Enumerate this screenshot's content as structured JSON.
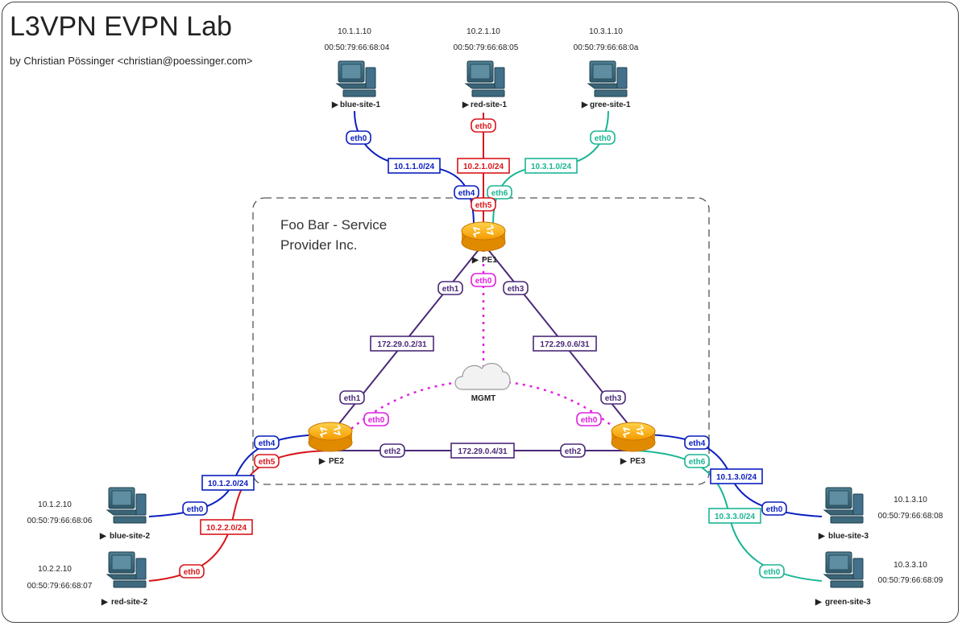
{
  "header": {
    "title": "L3VPN EVPN Lab",
    "subtitle": "by Christian Pössinger <christian@poessinger.com>"
  },
  "provider": {
    "line1": "Foo Bar - Service",
    "line2": "Provider Inc."
  },
  "colors": {
    "blue": "#0a1fbf",
    "red": "#d8161b",
    "green": "#1bb594",
    "purple": "#4b2a78",
    "mgmt": "#e020e0",
    "router": "#f5a300"
  },
  "routers": {
    "pe1": {
      "label": "PE1",
      "icon": "router-icon"
    },
    "pe2": {
      "label": "PE2",
      "icon": "router-icon"
    },
    "pe3": {
      "label": "PE3",
      "icon": "router-icon"
    }
  },
  "mgmt": {
    "label": "MGMT",
    "icon": "cloud-icon"
  },
  "hosts": {
    "blue_site_1": {
      "label": "blue-site-1",
      "ip": "10.1.1.10",
      "mac": "00:50:79:66:68:04"
    },
    "red_site_1": {
      "label": "red-site-1",
      "ip": "10.2.1.10",
      "mac": "00:50:79:66:68:05"
    },
    "gree_site_1": {
      "label": "gree-site-1",
      "ip": "10.3.1.10",
      "mac": "00:50:79:66:68:0a"
    },
    "blue_site_2": {
      "label": "blue-site-2",
      "ip": "10.1.2.10",
      "mac": "00:50:79:66:68:06"
    },
    "red_site_2": {
      "label": "red-site-2",
      "ip": "10.2.2.10",
      "mac": "00:50:79:66:68:07"
    },
    "blue_site_3": {
      "label": "blue-site-3",
      "ip": "10.1.3.10",
      "mac": "00:50:79:66:68:08"
    },
    "green_site_3": {
      "label": "green-site-3",
      "ip": "10.3.3.10",
      "mac": "00:50:79:66:68:09"
    }
  },
  "subnets": {
    "s10_1_1": "10.1.1.0/24",
    "s10_2_1": "10.2.1.0/24",
    "s10_3_1": "10.3.1.0/24",
    "p172_2": "172.29.0.2/31",
    "p172_6": "172.29.0.6/31",
    "p172_4": "172.29.0.4/31",
    "s10_1_2": "10.1.2.0/24",
    "s10_2_2": "10.2.2.0/24",
    "s10_1_3": "10.1.3.0/24",
    "s10_3_3": "10.3.3.0/24"
  },
  "interfaces": {
    "eth0": "eth0",
    "eth1": "eth1",
    "eth2": "eth2",
    "eth3": "eth3",
    "eth4": "eth4",
    "eth5": "eth5",
    "eth6": "eth6"
  }
}
